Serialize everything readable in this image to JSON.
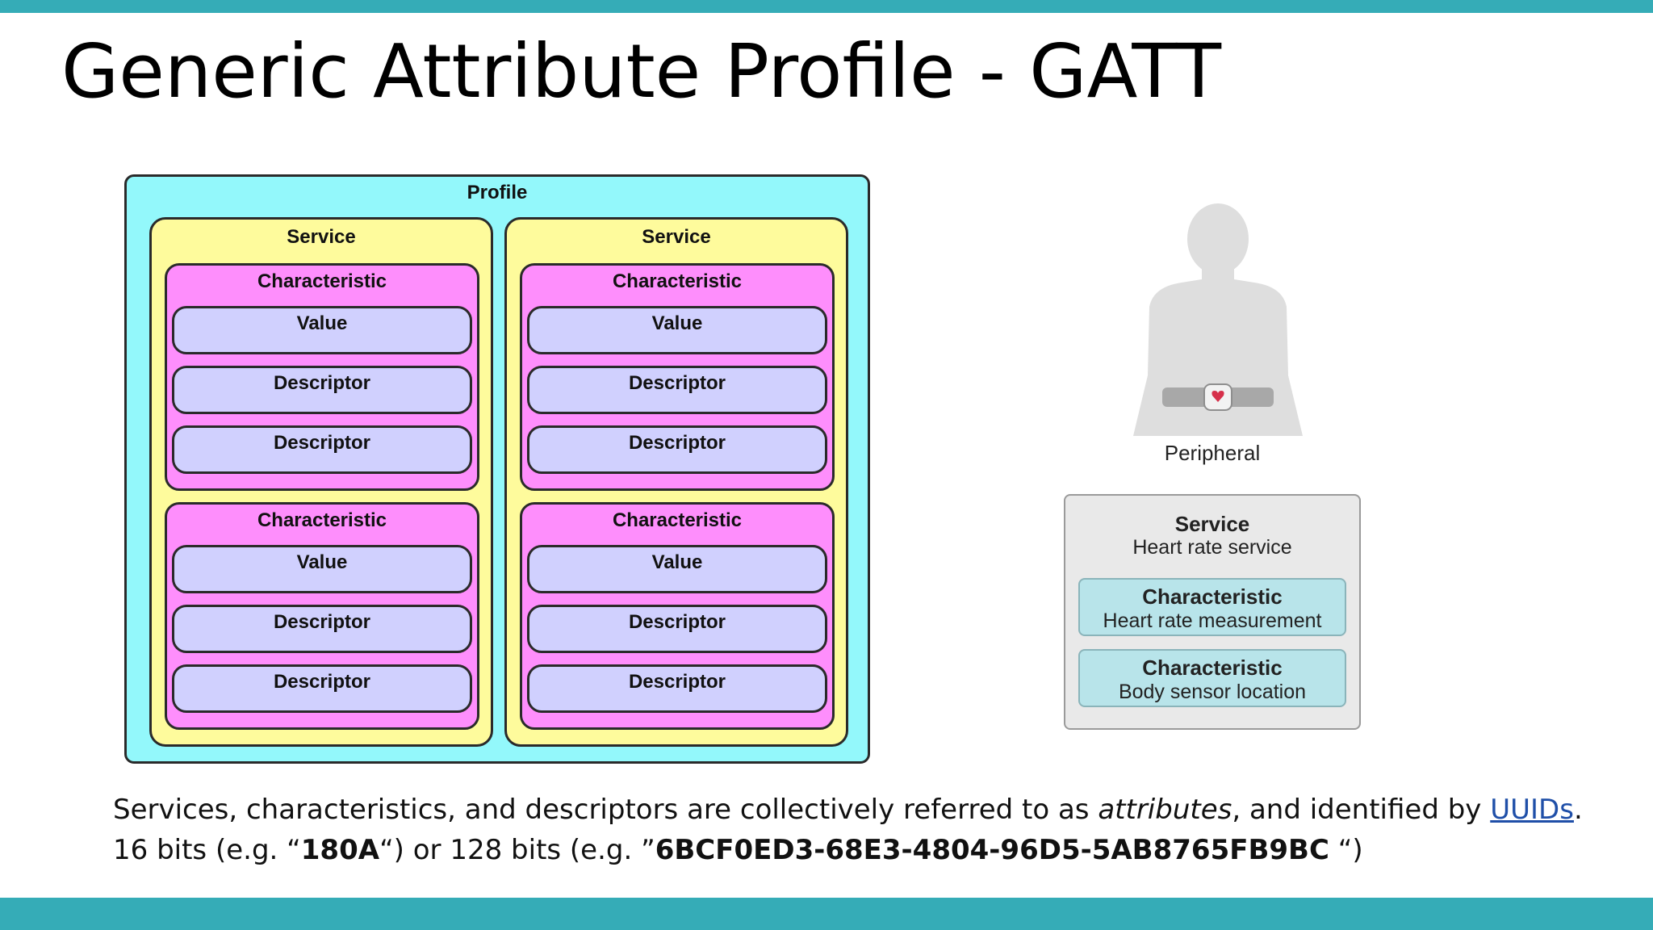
{
  "slide": {
    "title": "Generic Attribute Profile - GATT"
  },
  "diagram": {
    "profile_label": "Profile",
    "services": [
      {
        "label": "Service",
        "characteristics": [
          {
            "label": "Characteristic",
            "items": [
              "Value",
              "Descriptor",
              "Descriptor"
            ]
          },
          {
            "label": "Characteristic",
            "items": [
              "Value",
              "Descriptor",
              "Descriptor"
            ]
          }
        ]
      },
      {
        "label": "Service",
        "characteristics": [
          {
            "label": "Characteristic",
            "items": [
              "Value",
              "Descriptor",
              "Descriptor"
            ]
          },
          {
            "label": "Characteristic",
            "items": [
              "Value",
              "Descriptor",
              "Descriptor"
            ]
          }
        ]
      }
    ]
  },
  "figure": {
    "peripheral_label": "Peripheral",
    "service_title": "Service",
    "service_name": "Heart rate service",
    "characteristics": [
      {
        "title": "Characteristic",
        "name": "Heart rate measurement"
      },
      {
        "title": "Characteristic",
        "name": "Body sensor location"
      }
    ]
  },
  "caption": {
    "line1_part1": "Services, characteristics, and descriptors are collectively referred to as ",
    "line1_italic": "attributes",
    "line1_part2": ", and identified by ",
    "line1_link": "UUIDs",
    "line1_end": ".",
    "line2_part1": "16 bits (e.g. “",
    "line2_bold1": "180A",
    "line2_part2": "“) or 128 bits (e.g. ”",
    "line2_bold2": "6BCF0ED3-68E3-4804-96D5-5AB8765FB9BC",
    "line2_part3": " “)"
  },
  "colors": {
    "band": "#35acb7",
    "profile": "#93f8fb",
    "service": "#fefb9c",
    "characteristic": "#fe8efc",
    "attribute": "#d0d0fe",
    "hr_characteristic": "#b8e4ea",
    "link": "#1f4fa8"
  },
  "icons": {
    "person": "person-with-heart-rate-strap-icon"
  }
}
